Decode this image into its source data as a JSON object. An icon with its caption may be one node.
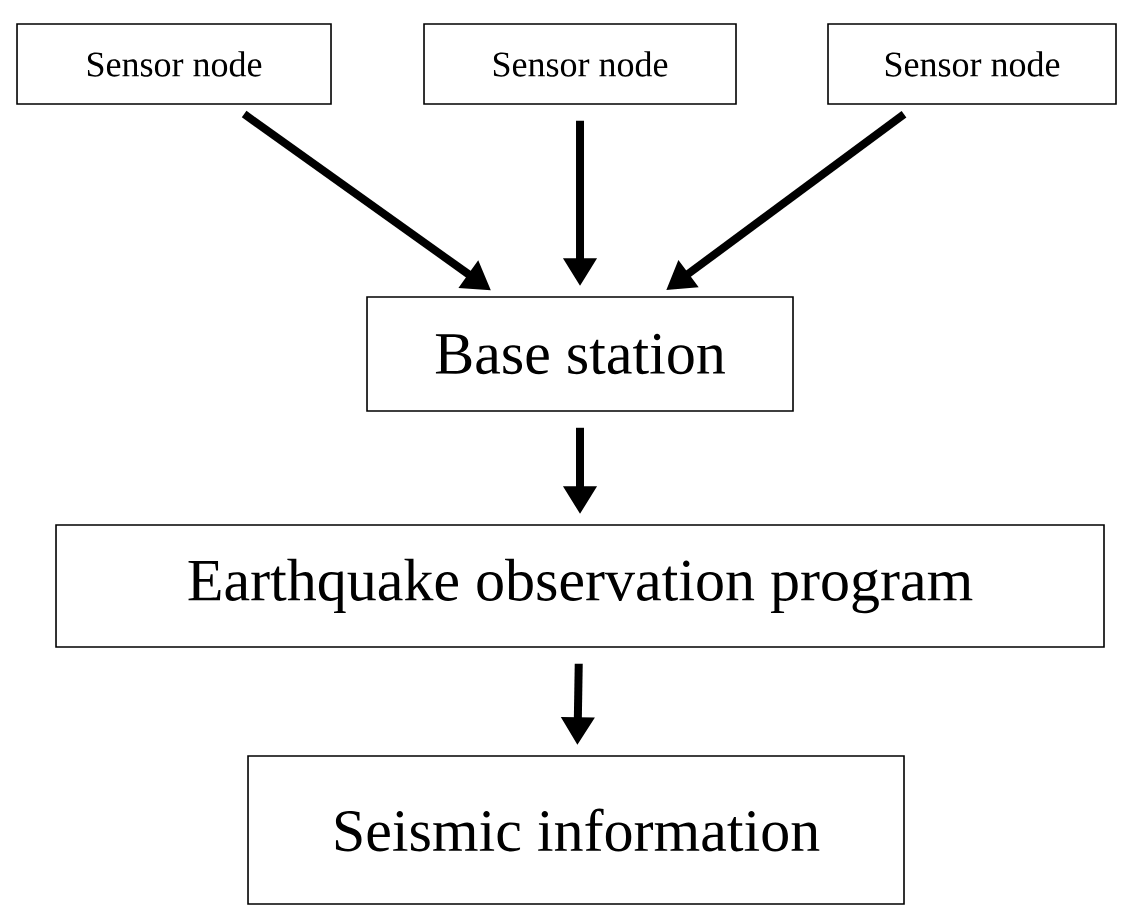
{
  "diagram": {
    "nodes": [
      {
        "text": [
          "Sensor node"
        ]
      },
      {
        "text": [
          "Sensor node"
        ]
      },
      {
        "text": [
          "Sensor node"
        ]
      },
      {
        "text": [
          "Base station"
        ]
      },
      {
        "text": [
          "Earthquake observation program"
        ]
      },
      {
        "text": [
          "Seismic information"
        ]
      }
    ],
    "edges": [
      {
        "from": 0,
        "to": 3,
        "arrow": "to"
      },
      {
        "from": 1,
        "to": 3,
        "arrow": "to"
      },
      {
        "from": 2,
        "to": 3,
        "arrow": "to"
      },
      {
        "from": 3,
        "to": 4,
        "arrow": "to"
      },
      {
        "from": 4,
        "to": 5,
        "arrow": "to"
      }
    ]
  }
}
